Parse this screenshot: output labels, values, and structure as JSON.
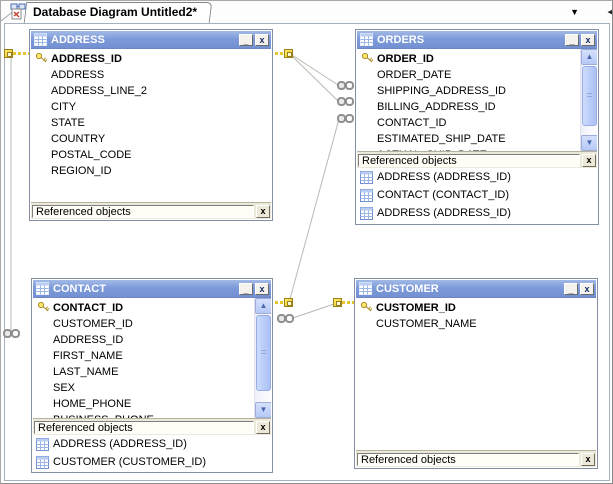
{
  "window": {
    "tab_title": "Database Diagram Untitled2*"
  },
  "glyphs": {
    "minimize": "_",
    "close": "x",
    "footer_close": "x",
    "scroll_up": "▲",
    "scroll_down": "▼",
    "tab_dropdown": "▼",
    "tab_scroll_left": "◀"
  },
  "labels": {
    "referenced_objects": "Referenced objects"
  },
  "colors": {
    "header_blue": "#7e9ada",
    "footer_tan": "#ece9d8",
    "key_yellow": "#f2cf2c",
    "chain_gray": "#8f8f8f",
    "relation_line": "#b9b9b1",
    "canvas": "#ffffff"
  },
  "tables": {
    "address": {
      "title": "ADDRESS",
      "columns": [
        {
          "name": "ADDRESS_ID",
          "pk": true
        },
        {
          "name": "ADDRESS",
          "pk": false
        },
        {
          "name": "ADDRESS_LINE_2",
          "pk": false
        },
        {
          "name": "CITY",
          "pk": false
        },
        {
          "name": "STATE",
          "pk": false
        },
        {
          "name": "COUNTRY",
          "pk": false
        },
        {
          "name": "POSTAL_CODE",
          "pk": false
        },
        {
          "name": "REGION_ID",
          "pk": false
        }
      ],
      "referenced_objects": []
    },
    "orders": {
      "title": "ORDERS",
      "columns": [
        {
          "name": "ORDER_ID",
          "pk": true
        },
        {
          "name": "ORDER_DATE",
          "pk": false
        },
        {
          "name": "SHIPPING_ADDRESS_ID",
          "pk": false
        },
        {
          "name": "BILLING_ADDRESS_ID",
          "pk": false
        },
        {
          "name": "CONTACT_ID",
          "pk": false
        },
        {
          "name": "ESTIMATED_SHIP_DATE",
          "pk": false
        },
        {
          "name": "ACTUAL_SHIP_DATE",
          "pk": false
        }
      ],
      "referenced_objects": [
        "ADDRESS (ADDRESS_ID)",
        "CONTACT (CONTACT_ID)",
        "ADDRESS (ADDRESS_ID)"
      ]
    },
    "contact": {
      "title": "CONTACT",
      "columns": [
        {
          "name": "CONTACT_ID",
          "pk": true
        },
        {
          "name": "CUSTOMER_ID",
          "pk": false
        },
        {
          "name": "ADDRESS_ID",
          "pk": false
        },
        {
          "name": "FIRST_NAME",
          "pk": false
        },
        {
          "name": "LAST_NAME",
          "pk": false
        },
        {
          "name": "SEX",
          "pk": false
        },
        {
          "name": "HOME_PHONE",
          "pk": false
        },
        {
          "name": "BUSINESS_PHONE",
          "pk": false
        }
      ],
      "referenced_objects": [
        "ADDRESS (ADDRESS_ID)",
        "CUSTOMER (CUSTOMER_ID)"
      ]
    },
    "customer": {
      "title": "CUSTOMER",
      "columns": [
        {
          "name": "CUSTOMER_ID",
          "pk": true
        },
        {
          "name": "CUSTOMER_NAME",
          "pk": false
        }
      ],
      "referenced_objects": []
    }
  },
  "relationships": [
    {
      "key_at": "ADDRESS",
      "chain_at": "ORDERS"
    },
    {
      "key_at": "ADDRESS",
      "chain_at": "ORDERS"
    },
    {
      "key_at": "CONTACT",
      "chain_at": "ORDERS"
    },
    {
      "key_at": "CUSTOMER",
      "chain_at": "CONTACT"
    },
    {
      "key_at": "ADDRESS",
      "chain_at": "CONTACT"
    }
  ]
}
